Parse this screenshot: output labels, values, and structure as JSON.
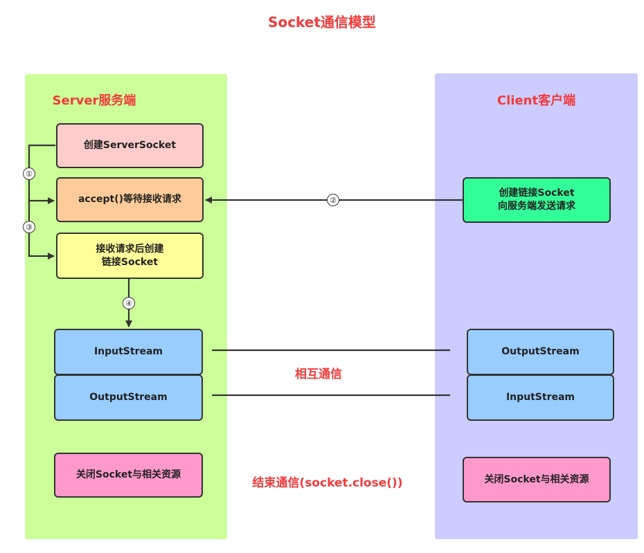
{
  "title": "Socket通信模型",
  "server": {
    "title": "Server服务端",
    "create_server_socket": "创建ServerSocket",
    "accept": "accept()等待接收请求",
    "accept_line1": "接收请求后创建",
    "accept_line2": "链接Socket",
    "input_stream": "InputStream",
    "output_stream": "OutputStream",
    "close": "关闭Socket与相关资源"
  },
  "client": {
    "title": "Client客户端",
    "create_line1": "创建链接Socket",
    "create_line2": "向服务端发送请求",
    "output_stream": "OutputStream",
    "input_stream": "InputStream",
    "close": "关闭Socket与相关资源"
  },
  "steps": [
    "①",
    "②",
    "③",
    "④"
  ],
  "labels": {
    "communicate": "相互通信",
    "end": "结束通信(socket.close())"
  },
  "colors": {
    "title_red": "#f23b3b",
    "server_bg": "#ccff99",
    "client_bg": "#ccccff",
    "pink_box": "#ffcccc",
    "orange_box": "#ffcc99",
    "yellow_box": "#ffff99",
    "blue_box": "#99ccff",
    "green_box": "#33ff99",
    "magenta_box": "#ff99cc"
  }
}
